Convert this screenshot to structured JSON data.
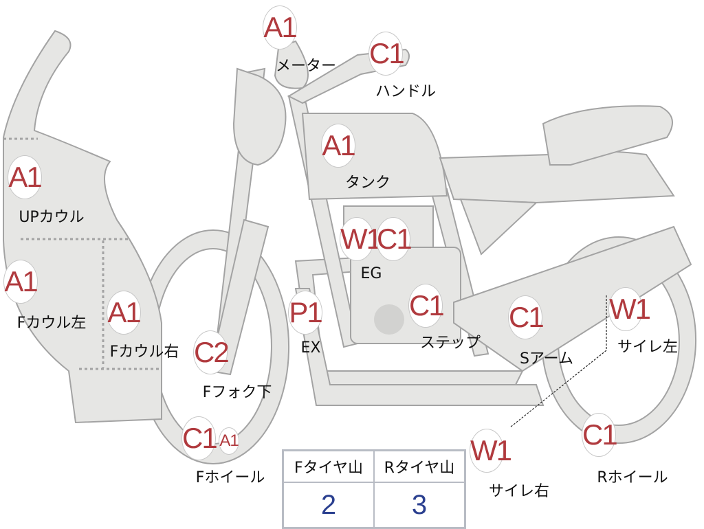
{
  "colors": {
    "part_fill": "#e6e6e4",
    "part_stroke": "#a3a3a3",
    "badge_text": "#b03a3e",
    "value_text": "#2a3f8f"
  },
  "parts": [
    {
      "codes": [
        "A1"
      ],
      "label": "メーター"
    },
    {
      "codes": [
        "C1"
      ],
      "label": "ハンドル"
    },
    {
      "codes": [
        "A1"
      ],
      "label": "タンク"
    },
    {
      "codes": [
        "A1"
      ],
      "label": "UPカウル"
    },
    {
      "codes": [
        "W1",
        "C1"
      ],
      "label": "EG"
    },
    {
      "codes": [
        "A1"
      ],
      "label": "Fカウル左"
    },
    {
      "codes": [
        "A1"
      ],
      "label": "Fカウル右"
    },
    {
      "codes": [
        "P1"
      ],
      "label": "EX"
    },
    {
      "codes": [
        "C1"
      ],
      "label": "ステップ"
    },
    {
      "codes": [
        "C1"
      ],
      "label": "Sアーム"
    },
    {
      "codes": [
        "W1"
      ],
      "label": "サイレ左"
    },
    {
      "codes": [
        "C2"
      ],
      "label": "Fフォク下"
    },
    {
      "codes": [
        "C1",
        "A1"
      ],
      "label": "Fホイール"
    },
    {
      "codes": [
        "W1"
      ],
      "label": "サイレ右"
    },
    {
      "codes": [
        "C1"
      ],
      "label": "Rホイール"
    }
  ],
  "tire_table": {
    "headers": [
      "Fタイヤ山",
      "Rタイヤ山"
    ],
    "values": [
      "2",
      "3"
    ]
  }
}
